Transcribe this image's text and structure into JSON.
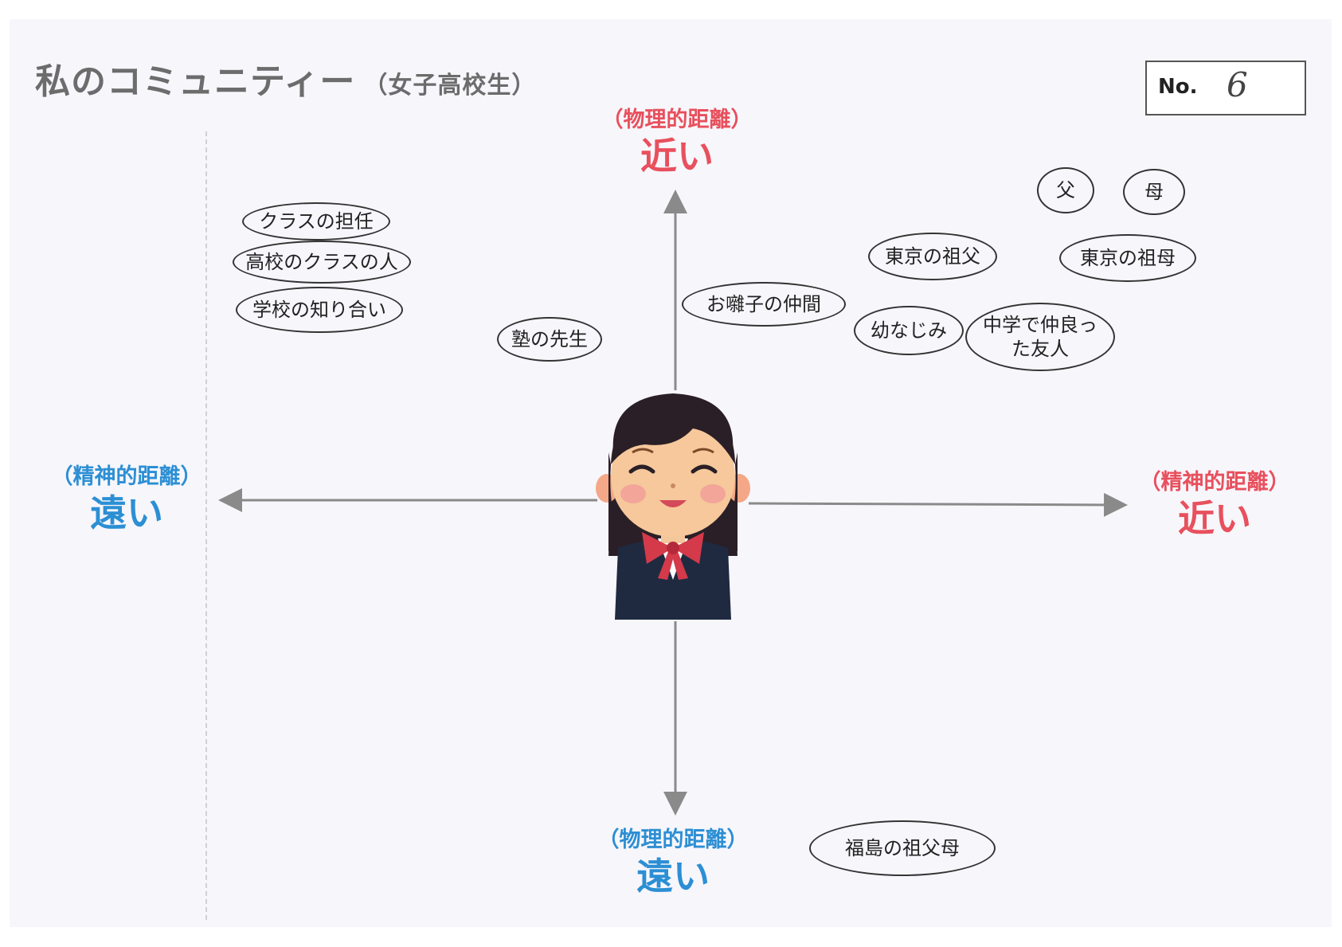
{
  "title": {
    "main": "私のコミュニティー",
    "sub": "（女子高校生）"
  },
  "number_box": {
    "label": "No.",
    "value": "6"
  },
  "axes": {
    "top": {
      "small": "（物理的距離）",
      "big": "近い"
    },
    "bottom": {
      "small": "（物理的距離）",
      "big": "遠い"
    },
    "left": {
      "small": "（精神的距離）",
      "big": "遠い"
    },
    "right": {
      "small": "（精神的距離）",
      "big": "近い"
    }
  },
  "bubbles": [
    {
      "text": "クラスの担任"
    },
    {
      "text": "高校のクラスの人"
    },
    {
      "text": "学校の知り合い"
    },
    {
      "text": "塾の先生"
    },
    {
      "text": "お囃子の仲間"
    },
    {
      "text": "父"
    },
    {
      "text": "母"
    },
    {
      "text": "東京の祖父"
    },
    {
      "text": "東京の祖母"
    },
    {
      "text": "幼なじみ"
    },
    {
      "text": "中学で仲良った友人"
    },
    {
      "text": "福島の祖父母"
    }
  ],
  "colors": {
    "near": "#e8505d",
    "far": "#2c8fd4",
    "axis": "#8a8a8a"
  },
  "center_figure": "schoolgirl-illustration"
}
